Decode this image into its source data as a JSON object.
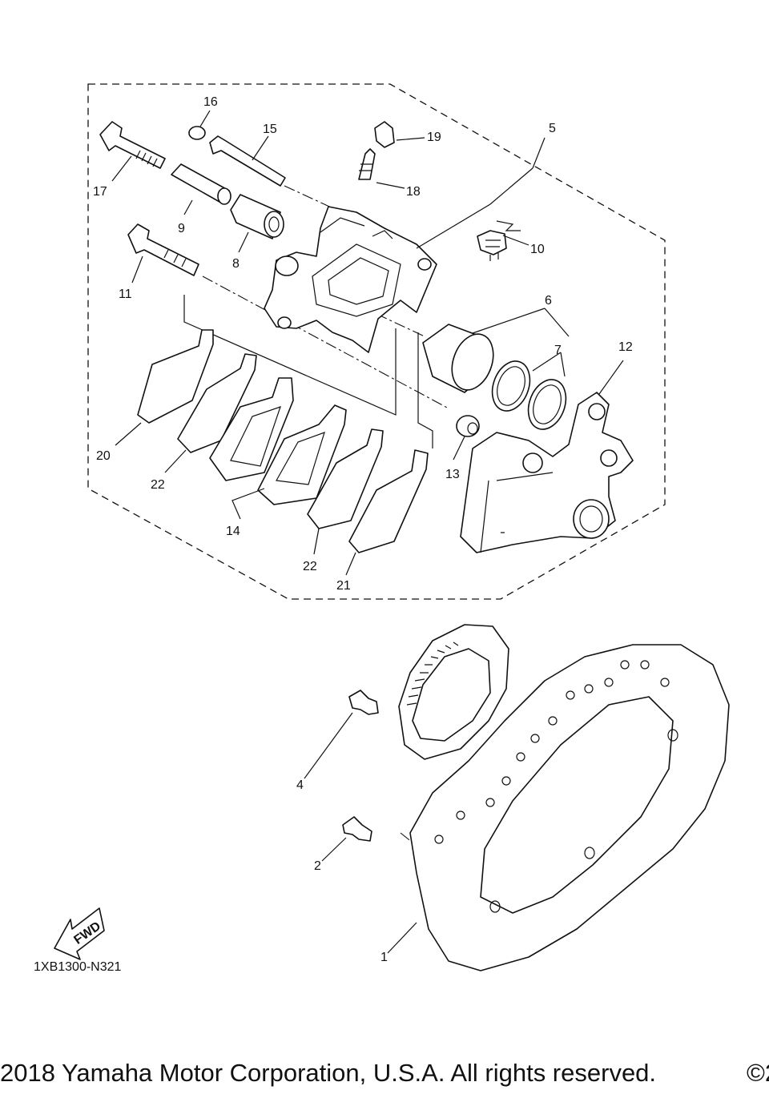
{
  "callouts": [
    "1",
    "2",
    "4",
    "5",
    "6",
    "7",
    "8",
    "9",
    "10",
    "11",
    "12",
    "13",
    "14",
    "15",
    "16",
    "17",
    "18",
    "19",
    "20",
    "21",
    "22",
    "22"
  ],
  "fwd_badge": "FWD",
  "diagram_code": "1XB1300-N321",
  "footer": {
    "copyright": "2018 Yamaha Motor Corporation, U.S.A. All rights reserved.",
    "copyright_cut": "©2"
  }
}
